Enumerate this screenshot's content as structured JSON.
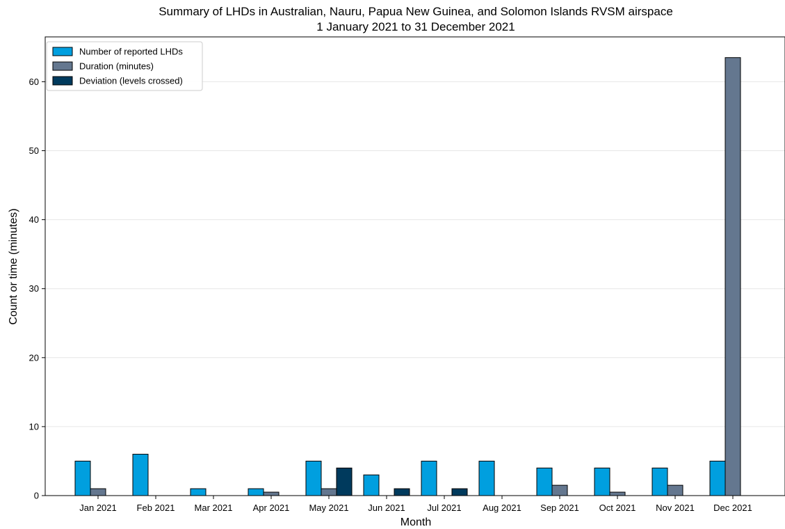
{
  "chart_data": {
    "type": "bar",
    "title": "Summary of LHDs in Australian, Nauru, Papua New Guinea, and Solomon Islands RVSM airspace",
    "subtitle": "1 January 2021 to 31 December 2021",
    "xlabel": "Month",
    "ylabel": "Count or time (minutes)",
    "ylim": [
      0,
      66.5
    ],
    "yticks": [
      0,
      10,
      20,
      30,
      40,
      50,
      60
    ],
    "grid": "horizontal",
    "legend_position": "top-left",
    "categories": [
      "Jan 2021",
      "Feb 2021",
      "Mar 2021",
      "Apr 2021",
      "May 2021",
      "Jun 2021",
      "Jul 2021",
      "Aug 2021",
      "Sep 2021",
      "Oct 2021",
      "Nov 2021",
      "Dec 2021"
    ],
    "series": [
      {
        "name": "Number of reported LHDs",
        "color": "#009fdf",
        "values": [
          5,
          6,
          1,
          1,
          5,
          3,
          5,
          5,
          4,
          4,
          4,
          5
        ]
      },
      {
        "name": "Duration (minutes)",
        "color": "#64778f",
        "values": [
          1,
          0,
          0,
          0.5,
          1,
          0,
          0,
          0,
          1.5,
          0.5,
          1.5,
          63.5
        ]
      },
      {
        "name": "Deviation (levels crossed)",
        "color": "#003a5d",
        "values": [
          0,
          0,
          0,
          0,
          4,
          1,
          1,
          0,
          0,
          0,
          0,
          0
        ]
      }
    ]
  }
}
